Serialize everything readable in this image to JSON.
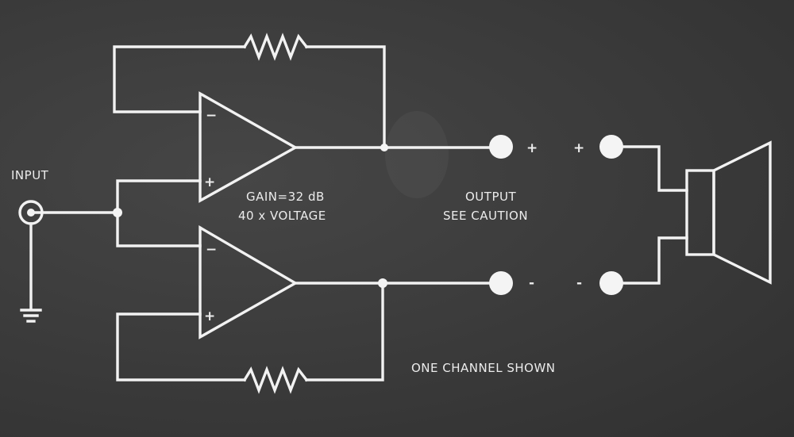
{
  "labels": {
    "input": "INPUT",
    "gain_line1": "GAIN=32 dB",
    "gain_line2": "40 x VOLTAGE",
    "output_line1": "OUTPUT",
    "output_line2": "SEE CAUTION",
    "channel_note": "ONE CHANNEL SHOWN",
    "plus": "+",
    "minus": "-"
  },
  "colors": {
    "background": "#3b3b3b",
    "line": "#f2f2f2"
  }
}
